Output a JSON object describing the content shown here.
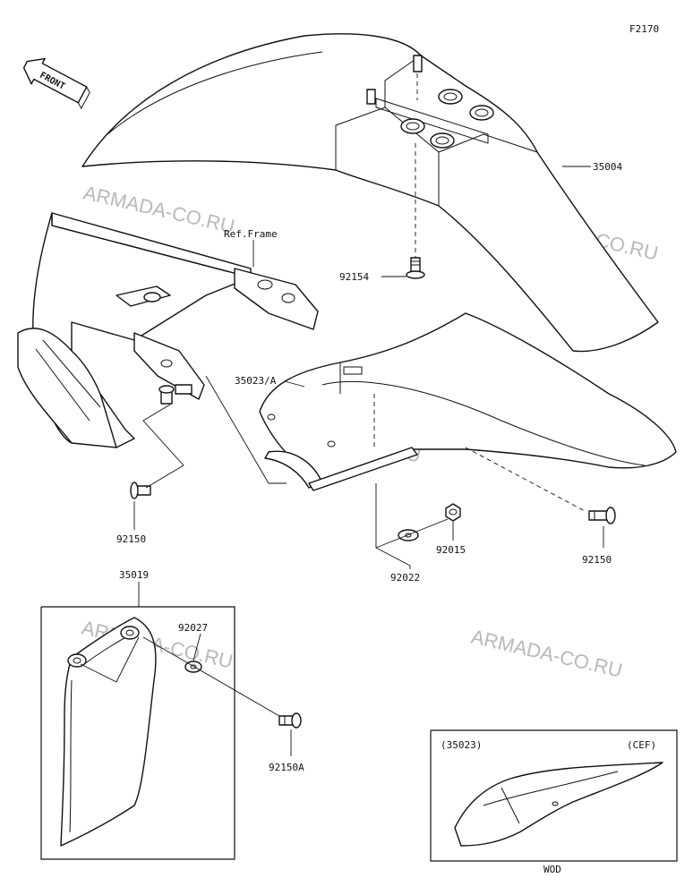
{
  "figure_code": "F2170",
  "front_label": "FRONT",
  "watermark": "ARMADA-CO.RU",
  "ref_frame": "Ref.Frame",
  "parts": {
    "p35004": "35004",
    "p92154": "92154",
    "p35023a": "35023/A",
    "p92150_left": "92150",
    "p92150_right": "92150",
    "p92015": "92015",
    "p92022": "92022",
    "p35019": "35019",
    "p92027": "92027",
    "p92150a": "92150A"
  },
  "inset": {
    "part_ref": "(35023)",
    "variant": "(CEF)",
    "footer": "WOD"
  }
}
